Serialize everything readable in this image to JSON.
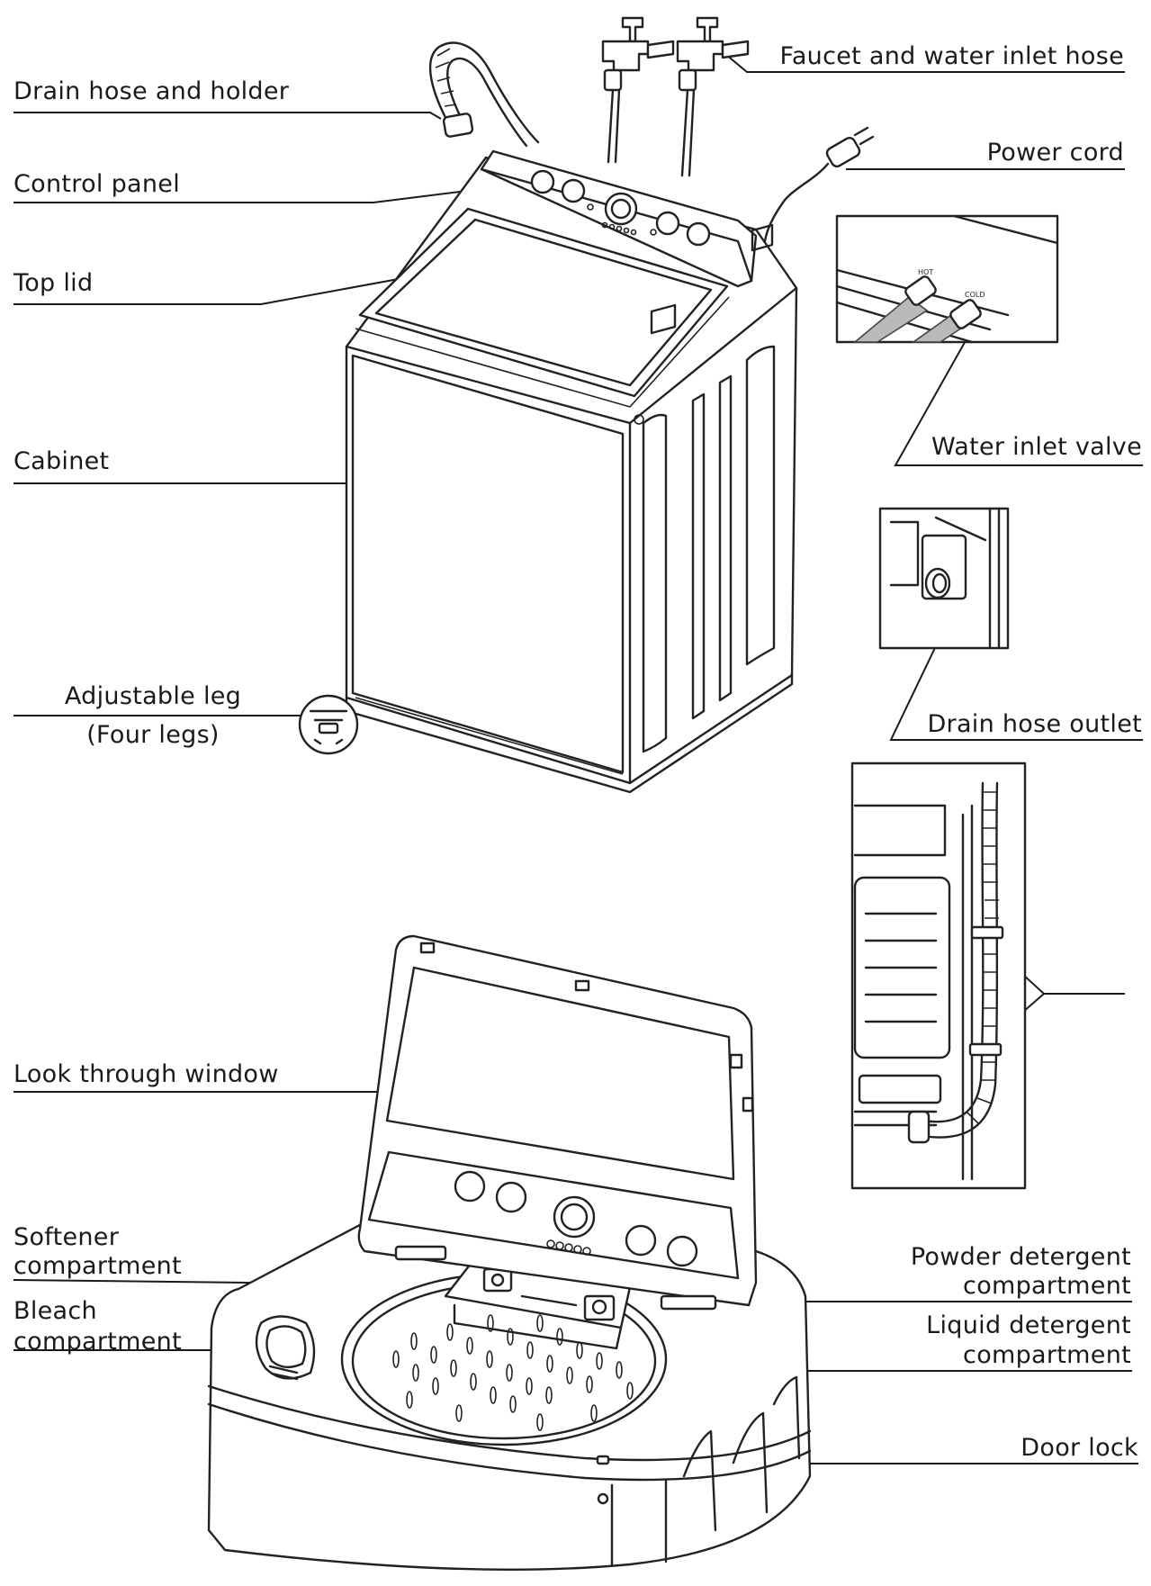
{
  "labels": {
    "drain_hose_holder": "Drain hose and holder",
    "faucet_inlet_hose": "Faucet and water inlet hose",
    "control_panel": "Control panel",
    "power_cord": "Power cord",
    "top_lid": "Top lid",
    "water_inlet_valve": "Water inlet valve",
    "cabinet": "Cabinet",
    "adjustable_leg_1": "Adjustable leg",
    "adjustable_leg_2": "(Four legs)",
    "drain_hose_outlet": "Drain hose outlet",
    "look_through_window": "Look through window",
    "softener_1": "Softener",
    "softener_2": "compartment",
    "bleach_1": "Bleach",
    "bleach_2": "compartment",
    "powder_1": "Powder detergent",
    "powder_2": "compartment",
    "liquid_1": "Liquid detergent",
    "liquid_2": "compartment",
    "door_lock": "Door lock"
  },
  "inset_tags": {
    "hot": "HOT",
    "cold": "COLD"
  }
}
